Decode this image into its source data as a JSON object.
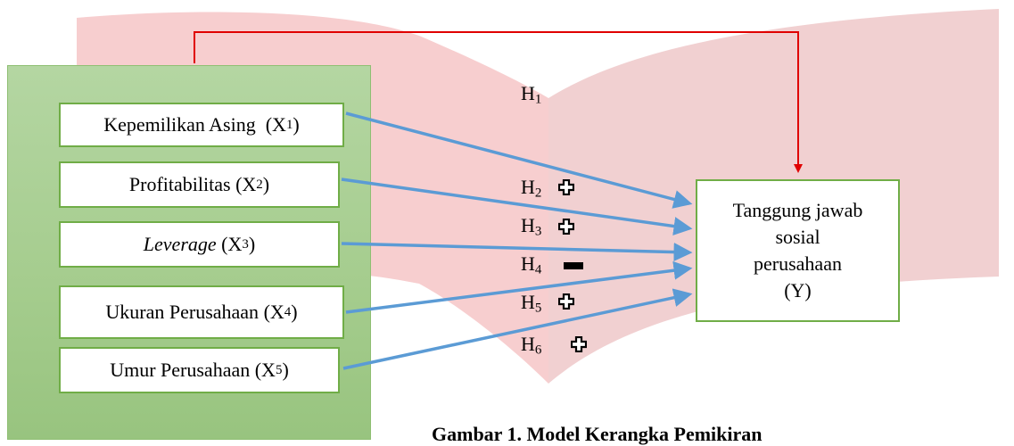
{
  "variables": [
    {
      "name": "Kepemilikan Asing",
      "sub": "1",
      "italic": false
    },
    {
      "name": "Profitabilitas",
      "sub": "2",
      "italic": false
    },
    {
      "name": "Leverage",
      "sub": "3",
      "italic": true
    },
    {
      "name": "Ukuran Perusahaan",
      "sub": "4",
      "italic": false
    },
    {
      "name": "Umur Perusahaan",
      "sub": "5",
      "italic": false
    }
  ],
  "dependent": {
    "lines": [
      "Tanggung jawab",
      "sosial",
      "perusahaan",
      "(Y)"
    ]
  },
  "hypotheses": [
    {
      "label": "H",
      "sub": "1",
      "sign": ""
    },
    {
      "label": "H",
      "sub": "2",
      "sign": "plus"
    },
    {
      "label": "H",
      "sub": "3",
      "sign": "plus"
    },
    {
      "label": "H",
      "sub": "4",
      "sign": "minus"
    },
    {
      "label": "H",
      "sub": "5",
      "sign": "plus"
    },
    {
      "label": "H",
      "sub": "6",
      "sign": "plus"
    }
  ],
  "caption": "Gambar 1. Model Kerangka Pemikiran",
  "colors": {
    "panel": "#a9cf94",
    "box_border": "#70ad47",
    "blue_arrow": "#5b9bd5",
    "red_arrow": "#e00000",
    "watermark": "#f4b6b8"
  }
}
